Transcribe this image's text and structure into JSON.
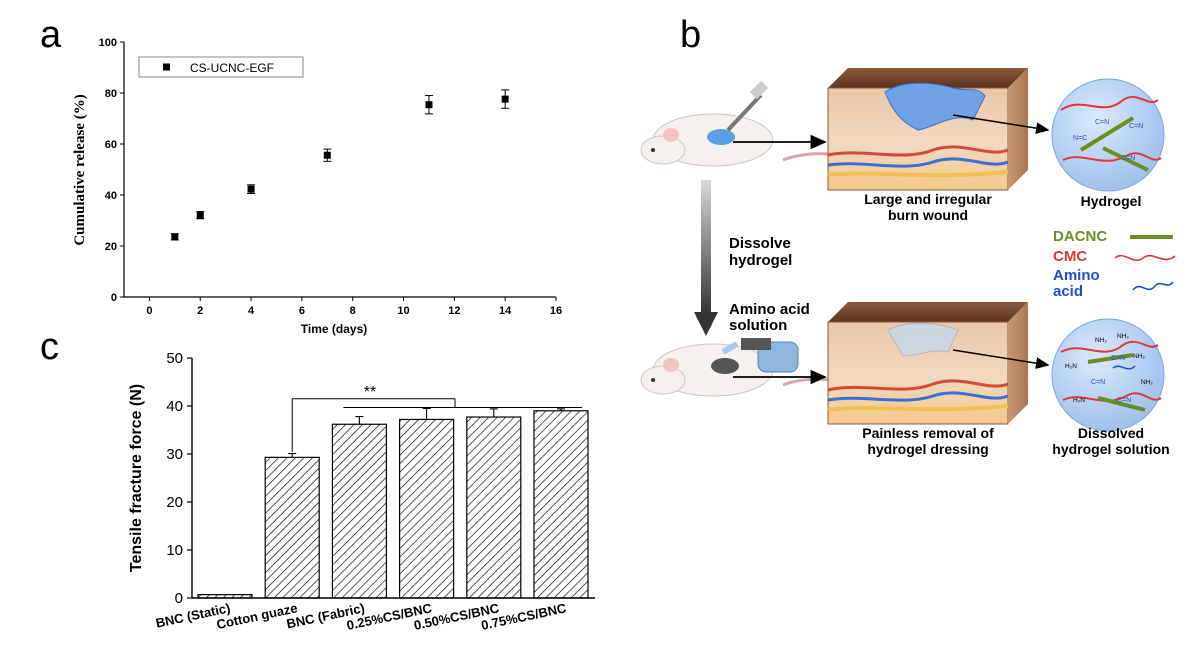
{
  "panels": {
    "a_letter": "a",
    "b_letter": "b",
    "c_letter": "c"
  },
  "chart_data": [
    {
      "id": "a",
      "type": "scatter",
      "title": "",
      "xlabel": "Time (days)",
      "ylabel": "Cumulative release (%)",
      "xlim": [
        -1,
        16
      ],
      "ylim": [
        0,
        100
      ],
      "xticks": [
        0,
        2,
        4,
        6,
        8,
        10,
        12,
        14,
        16
      ],
      "yticks": [
        0,
        20,
        40,
        60,
        80,
        100
      ],
      "grid": false,
      "legend": "top-left",
      "series": [
        {
          "name": "CS-UCNC-EGF",
          "color": "#000000",
          "marker": "square",
          "x": [
            1,
            2,
            4,
            7,
            11,
            14
          ],
          "y": [
            23.6,
            32.1,
            42.3,
            55.6,
            75.4,
            77.6
          ],
          "yerr": [
            1.2,
            1.4,
            1.7,
            2.4,
            3.6,
            3.6
          ]
        }
      ]
    },
    {
      "id": "c",
      "type": "bar",
      "title": "",
      "xlabel": "",
      "ylabel": "Tensile fracture force (N)",
      "ylim": [
        0,
        50
      ],
      "yticks": [
        0,
        10,
        20,
        30,
        40,
        50
      ],
      "grid": false,
      "bar_fill": "hatched",
      "categories": [
        "BNC (Static)",
        "Cotton guaze",
        "BNC (Fabric)",
        "0.25%CS/BNC",
        "0.50%CS/BNC",
        "0.75%CS/BNC"
      ],
      "values": [
        0.7,
        29.3,
        36.2,
        37.2,
        37.7,
        39.0
      ],
      "errors": [
        0.1,
        0.8,
        1.6,
        2.3,
        1.7,
        0.4
      ],
      "significance": {
        "label": "**",
        "from": 1,
        "to": [
          2,
          3,
          4,
          5
        ]
      }
    }
  ],
  "diagram_b": {
    "label_large_wound": [
      "Large and irregular",
      "burn wound"
    ],
    "label_hydrogel": "Hydrogel",
    "label_dissolve": [
      "Dissolve",
      "hydrogel"
    ],
    "label_amino_solution": [
      "Amino acid",
      "solution"
    ],
    "label_painless": [
      "Painless removal of",
      "hydrogel dressing"
    ],
    "label_dissolved": [
      "Dissolved",
      "hydrogel solution"
    ],
    "legend": [
      {
        "name": "DACNC",
        "color": "#6b8e23"
      },
      {
        "name": "CMC",
        "color": "#e0373b"
      },
      {
        "name": "Amino",
        "color": "#1f4fd1"
      },
      {
        "name": "acid",
        "color": "#1f4fd1"
      }
    ],
    "bond_labels": [
      "C=N",
      "C=N",
      "N=C",
      "C=N"
    ],
    "bond_labels_dissolved": [
      "NH₂",
      "NH₂",
      "H₂N",
      "NH₂",
      "H₂N",
      "NH₂",
      "C=N",
      "C=N",
      "C=N"
    ]
  }
}
